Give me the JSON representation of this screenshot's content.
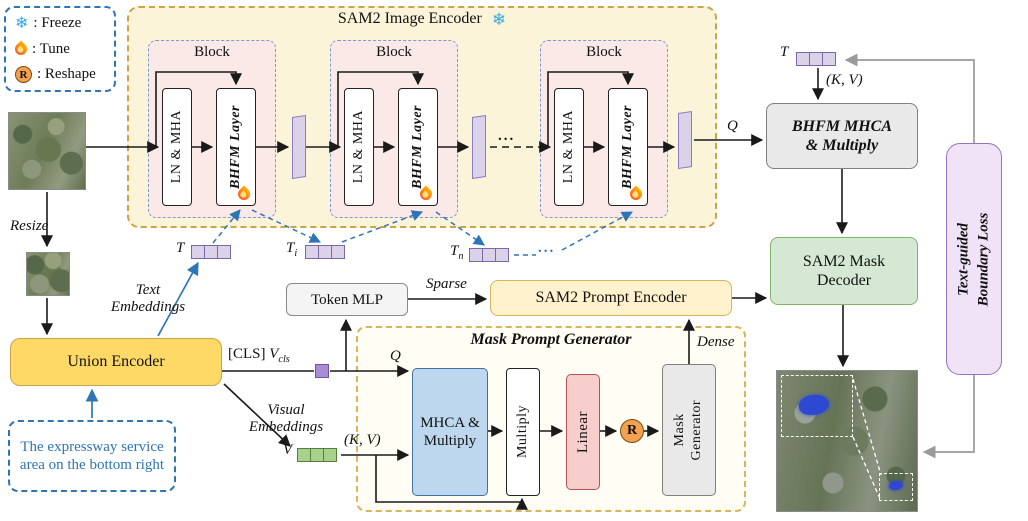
{
  "legend": {
    "snowflake_icon": "❄",
    "freeze_label": ": Freeze",
    "tune_label": ": Tune",
    "reshape_icon": "R",
    "reshape_label": ": Reshape"
  },
  "encoder": {
    "title": "SAM2 Image Encoder",
    "snowflake_icon": "❄",
    "block_label": "Block",
    "ln_mha_label": "LN & MHA",
    "bhfm_label": "BHFM Layer",
    "dots": "...",
    "q_label": "Q"
  },
  "tokens": {
    "t_label": "T",
    "ti_base": "T",
    "ti_sub": "i",
    "tn_base": "T",
    "tn_sub": "n",
    "dots": "...",
    "right_t_label": "T",
    "right_kv_label": "(K, V)"
  },
  "left": {
    "resize_label": "Resize",
    "text_embeddings_label": "Text Embeddings",
    "visual_embeddings_label": "Visual Embeddings",
    "union_encoder_label": "Union Encoder",
    "query_text": "The expressway service area on the bottom right",
    "cls_label": "[CLS]",
    "vcls_base": "V",
    "vcls_sub": "cls",
    "v_label": "V",
    "kv_label": "(K, V)",
    "q_label": "Q"
  },
  "prompt": {
    "token_mlp_label": "Token MLP",
    "sparse_label": "Sparse",
    "prompt_encoder_label": "SAM2 Prompt Encoder",
    "dense_label": "Dense"
  },
  "mpg": {
    "title": "Mask Prompt Generator",
    "mhca_line1": "MHCA &",
    "mhca_line2": "Multiply",
    "multiply_label": "Multiply",
    "linear_label": "Linear",
    "reshape_icon": "R",
    "mask_gen_line1": "Mask",
    "mask_gen_line2": "Generator"
  },
  "right": {
    "bhfm_mhca_line1": "BHFM MHCA",
    "bhfm_mhca_line2": "& Multiply",
    "decoder_line1": "SAM2 Mask",
    "decoder_line2": "Decoder",
    "loss_line1": "Text-guided",
    "loss_line2": "Boundary Loss"
  },
  "colors": {
    "accent_blue": "#2E75B6",
    "encoder_bg": "#FCF4D9",
    "block_bg": "#FBE9E7",
    "union_bg": "#FFD966",
    "prompt_encoder_bg": "#FFF2CC",
    "mhca_bg": "#BDD7EE",
    "linear_bg": "#F8CECC",
    "decoder_bg": "#D5E8D4",
    "loss_bg": "#F0E3F8",
    "token_purple": "#D9D2E9",
    "token_green": "#A9D18E"
  }
}
